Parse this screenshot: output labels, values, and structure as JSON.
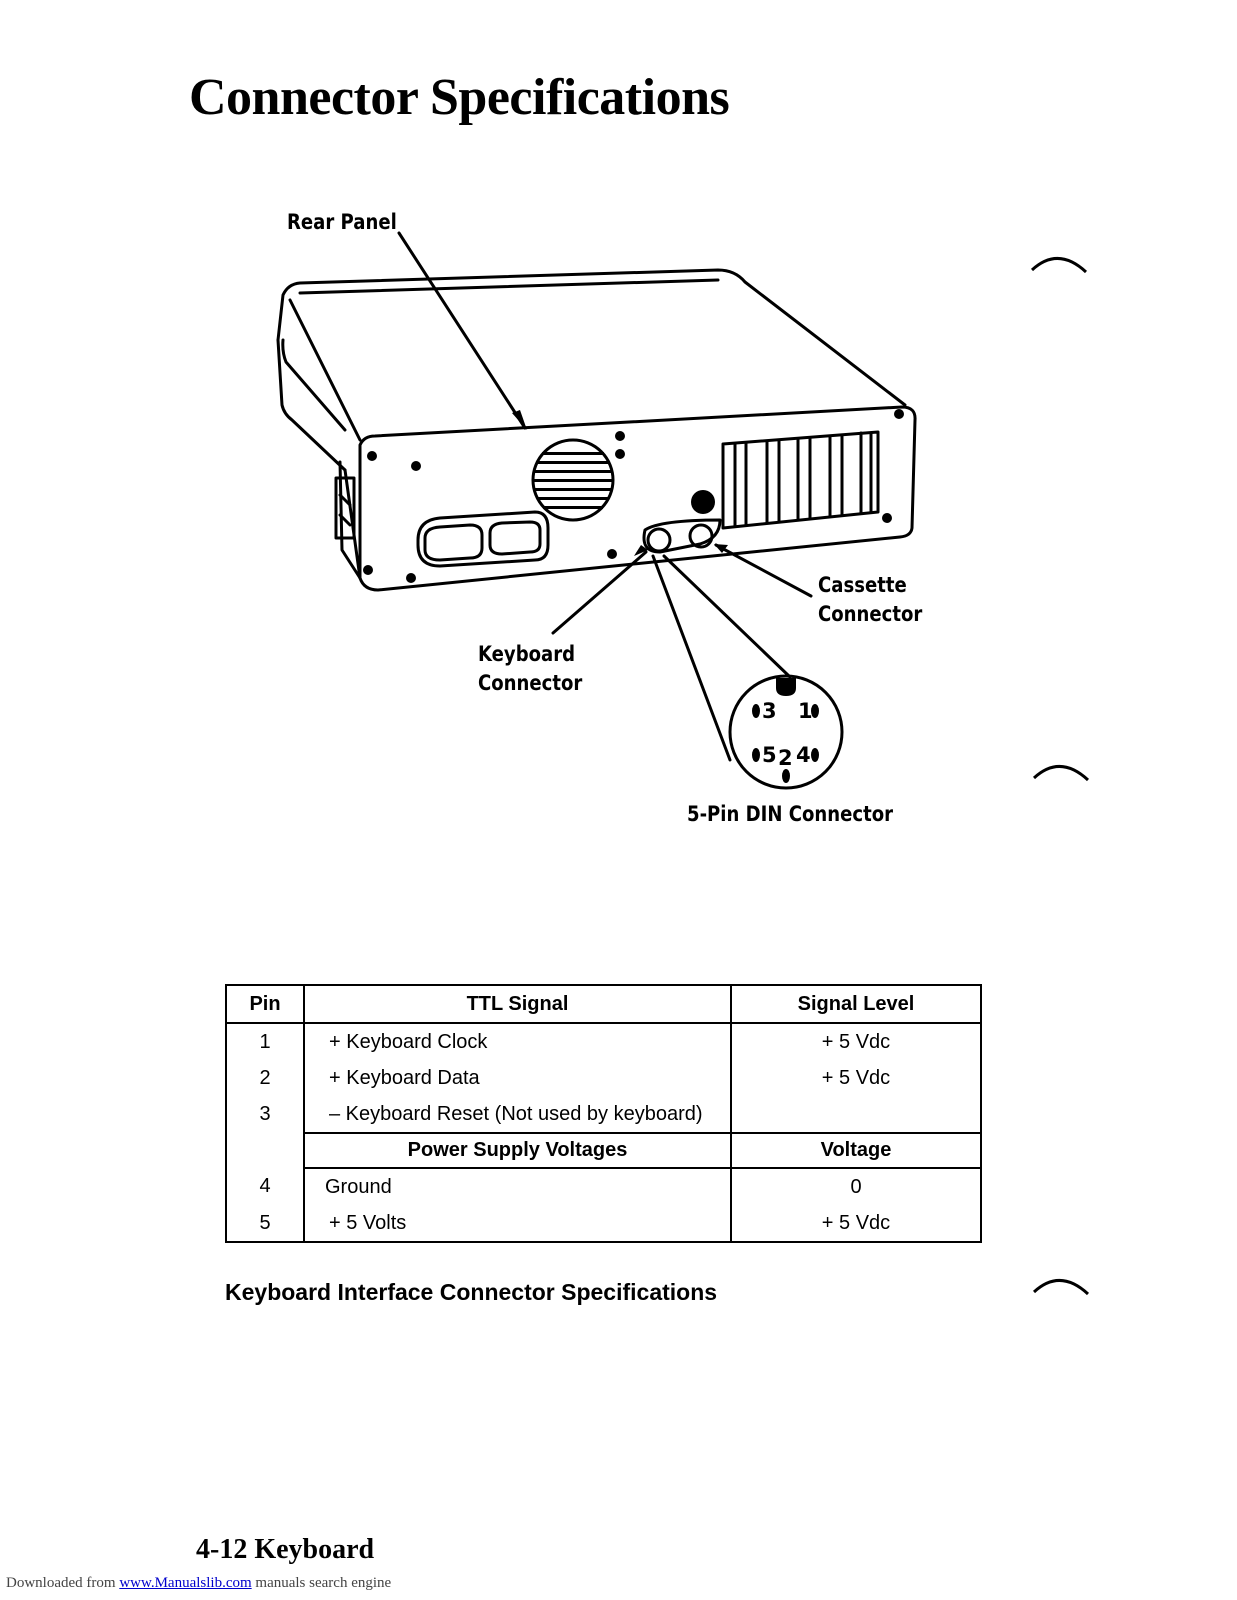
{
  "title": "Connector Specifications",
  "figure": {
    "labels": {
      "rear_panel": "Rear Panel",
      "cassette": [
        "Cassette",
        "Connector"
      ],
      "keyboard": [
        "Keyboard",
        "Connector"
      ],
      "din": "5-Pin DIN Connector"
    },
    "din_pins": {
      "row1_left": "3",
      "row1_right": "1",
      "row2_left": "5",
      "row2_mid": "2",
      "row2_right": "4"
    }
  },
  "table": {
    "headers": [
      "Pin",
      "TTL Signal",
      "Signal Level"
    ],
    "signal_rows": [
      {
        "pin": "1",
        "signal": "+ Keyboard Clock",
        "level": "+ 5 Vdc"
      },
      {
        "pin": "2",
        "signal": "+ Keyboard Data",
        "level": "+ 5 Vdc"
      },
      {
        "pin": "3",
        "signal": "– Keyboard Reset (Not used by keyboard)",
        "level": ""
      }
    ],
    "subheaders": [
      "Power Supply Voltages",
      "Voltage"
    ],
    "power_rows": [
      {
        "pin": "4",
        "signal": "Ground",
        "level": "0"
      },
      {
        "pin": "5",
        "signal": "+ 5 Volts",
        "level": "+ 5 Vdc"
      }
    ]
  },
  "caption": "Keyboard Interface Connector Specifications",
  "footer": "4-12  Keyboard",
  "download_line": {
    "prefix": "Downloaded from ",
    "link": "www.Manualslib.com",
    "suffix": "  manuals search engine"
  }
}
